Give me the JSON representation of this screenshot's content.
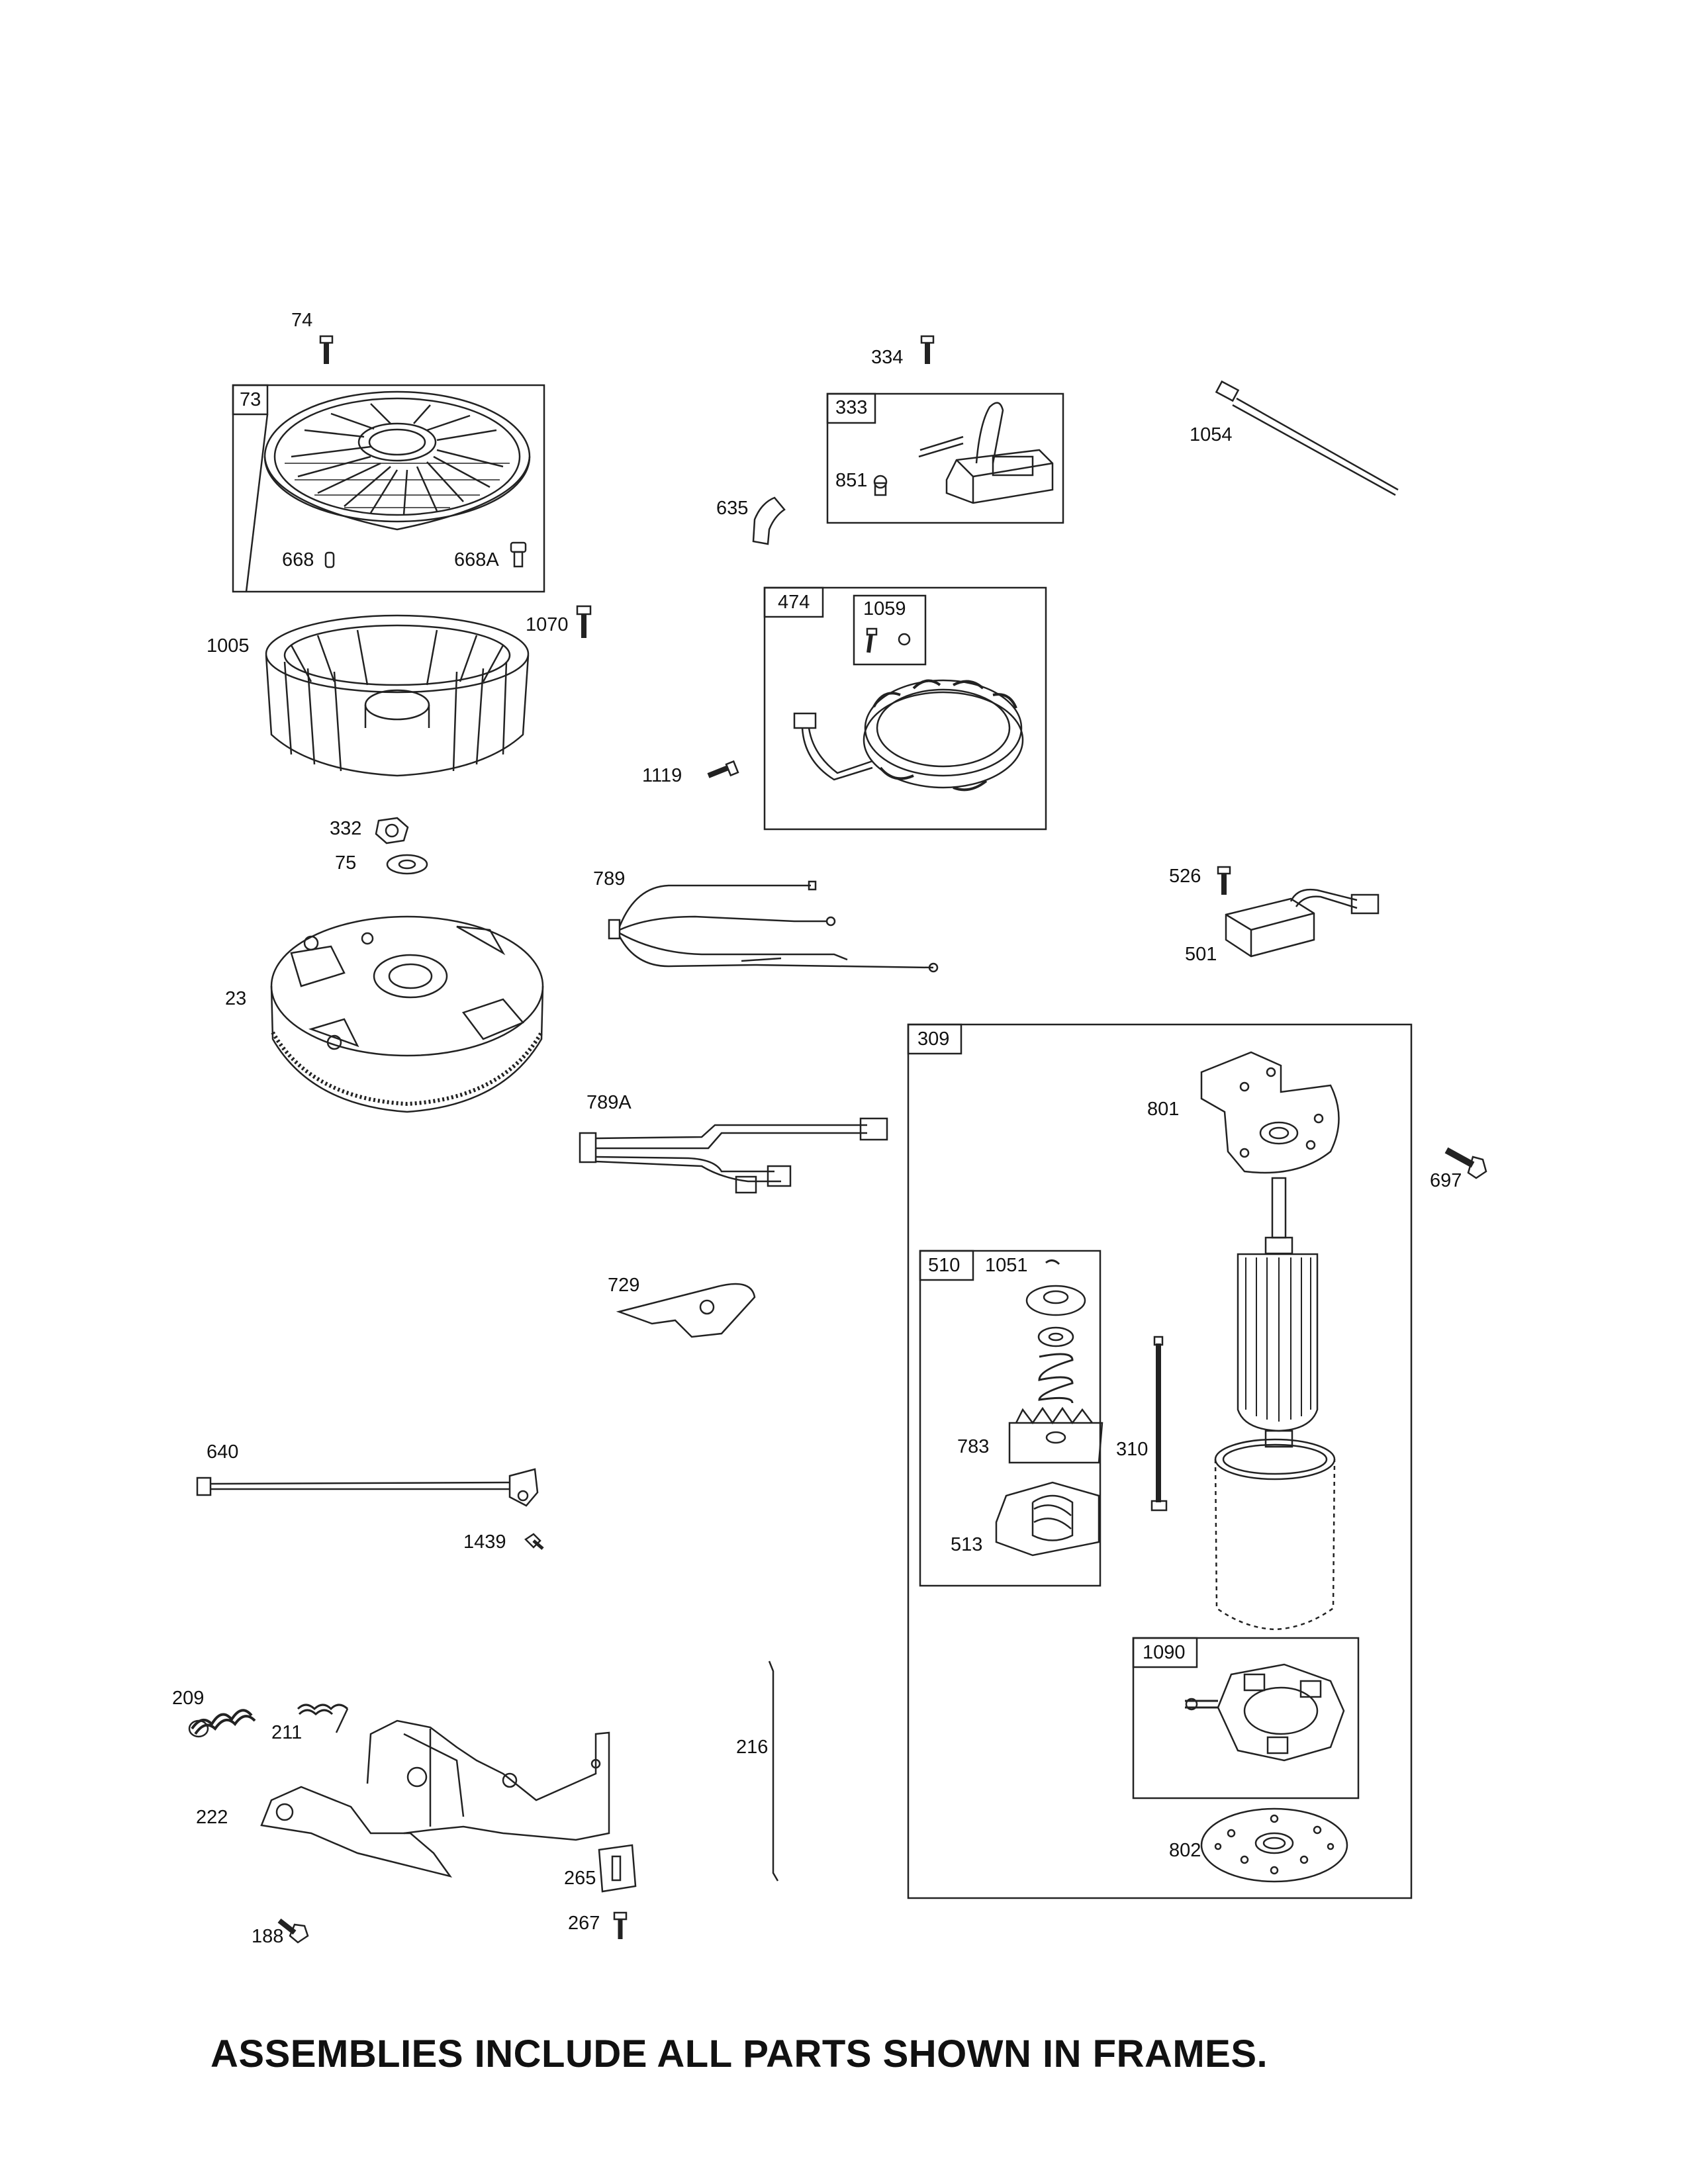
{
  "labels": {
    "p74": "74",
    "p73": "73",
    "p668": "668",
    "p668a": "668A",
    "p1005": "1005",
    "p1070": "1070",
    "p332": "332",
    "p75": "75",
    "p23": "23",
    "p334": "334",
    "p333": "333",
    "p851": "851",
    "p635": "635",
    "p1054": "1054",
    "p474": "474",
    "p1059": "1059",
    "p1119": "1119",
    "p789": "789",
    "p526": "526",
    "p501": "501",
    "p309": "309",
    "p801": "801",
    "p697": "697",
    "p789a": "789A",
    "p729": "729",
    "p510": "510",
    "p1051": "1051",
    "p783": "783",
    "p310": "310",
    "p513": "513",
    "p640": "640",
    "p1439": "1439",
    "p1090": "1090",
    "p209": "209",
    "p211": "211",
    "p222": "222",
    "p216": "216",
    "p265": "265",
    "p267": "267",
    "p188": "188",
    "p802": "802"
  },
  "footer": "ASSEMBLIES INCLUDE ALL PARTS SHOWN IN FRAMES."
}
